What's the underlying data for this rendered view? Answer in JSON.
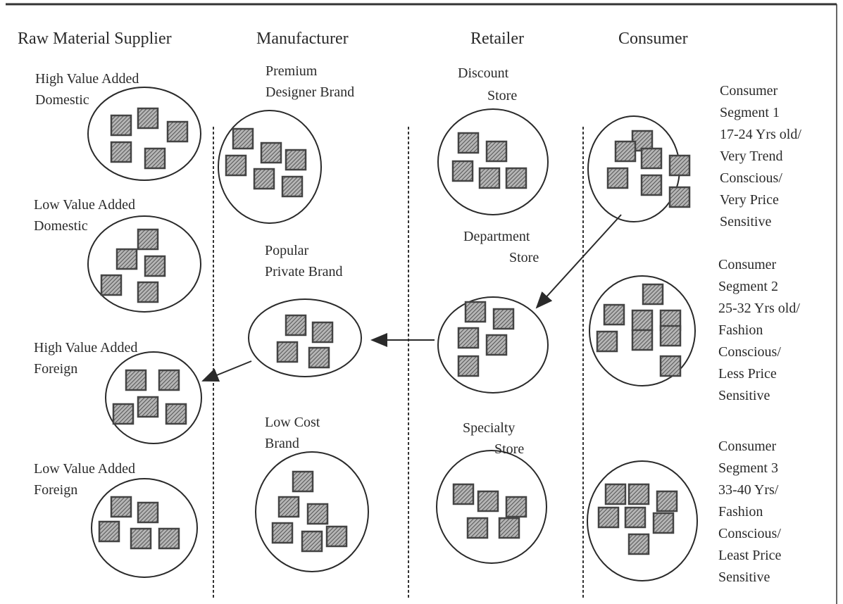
{
  "headers": [
    "Raw Material Supplier",
    "Manufacturer",
    "Retailer",
    "Consumer"
  ],
  "suppliers": [
    {
      "lines": [
        "High Value Added",
        "Domestic"
      ],
      "items": 5
    },
    {
      "lines": [
        "Low Value Added",
        "Domestic"
      ],
      "items": 5
    },
    {
      "lines": [
        "High Value Added",
        "Foreign"
      ],
      "items": 5
    },
    {
      "lines": [
        "Low Value Added",
        "Foreign"
      ],
      "items": 5
    }
  ],
  "manufacturers": [
    {
      "lines": [
        "Premium",
        "Designer Brand"
      ],
      "items": 6
    },
    {
      "lines": [
        "Popular",
        "Private Brand"
      ],
      "items": 4
    },
    {
      "lines": [
        "Low Cost",
        "Brand"
      ],
      "items": 6
    }
  ],
  "retailers": [
    {
      "lines": [
        "Discount",
        "Store"
      ],
      "items": 5
    },
    {
      "lines": [
        "Department",
        "Store"
      ],
      "items": 5
    },
    {
      "lines": [
        "Specialty",
        "Store"
      ],
      "items": 5
    }
  ],
  "consumers": [
    {
      "lines": [
        "Consumer",
        "Segment 1",
        "17-24 Yrs old/",
        "Very Trend",
        "Conscious/",
        "Very Price",
        "Sensitive"
      ],
      "items": 7
    },
    {
      "lines": [
        "Consumer",
        "Segment 2",
        "25-32 Yrs old/",
        "Fashion",
        "Conscious/",
        "Less Price",
        "Sensitive"
      ],
      "items": 8
    },
    {
      "lines": [
        "Consumer",
        "Segment 3",
        "33-40 Yrs/",
        "Fashion",
        "Conscious/",
        "Least Price",
        "Sensitive"
      ],
      "items": 7
    }
  ],
  "flow": [
    "Consumer Segment 1",
    "Department Store",
    "Popular Private Brand",
    "High Value Added Foreign"
  ],
  "colors": {
    "ink": "#2a2a2a",
    "item_fill": "#8a8a8a"
  }
}
